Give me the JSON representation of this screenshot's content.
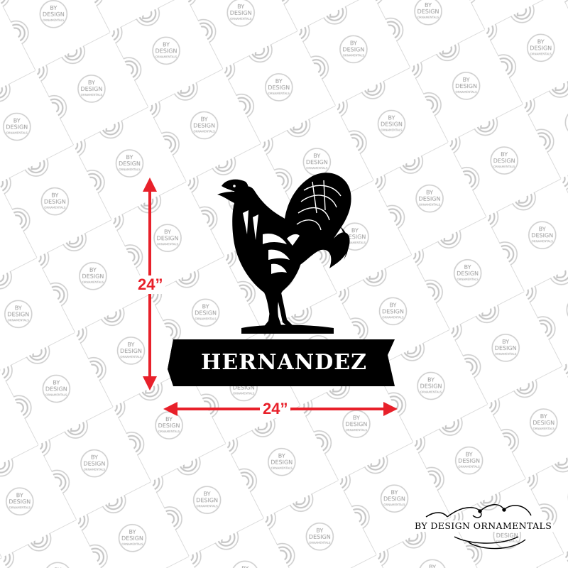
{
  "sign": {
    "name": "HERNANDEZ",
    "height_label": "24”",
    "width_label": "24”"
  },
  "watermark": {
    "line1": "BY",
    "line2": "DESIGN",
    "line3": "ORNAMENTALS"
  },
  "brand": {
    "text": "BY DESIGN ORNAMENTALS"
  },
  "colors": {
    "ink": "#000000",
    "dimension": "#e8202a",
    "watermark": "#c9c9c9",
    "watermark_text": "#9a9a9a"
  },
  "icons": [
    "rooster-silhouette",
    "banner-plate",
    "dimension-arrow",
    "watermark-logo",
    "flourish-ornament"
  ]
}
